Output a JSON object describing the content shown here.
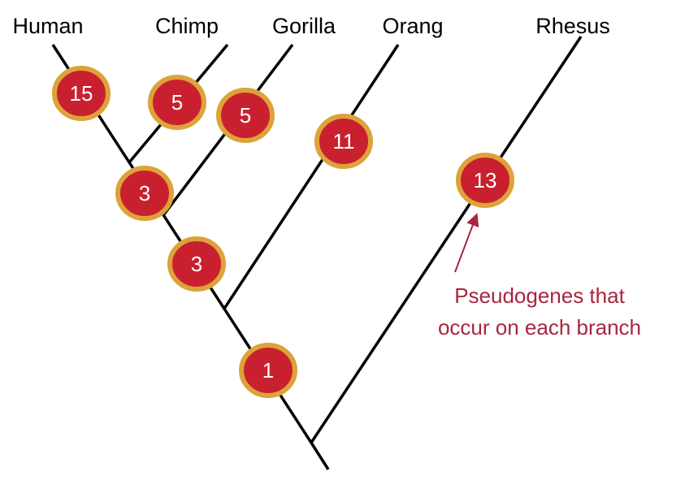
{
  "taxa": [
    "Human",
    "Chimp",
    "Gorilla",
    "Orang",
    "Rhesus"
  ],
  "branch_counts": {
    "human": "15",
    "chimp": "5",
    "gorilla": "5",
    "orang": "11",
    "rhesus": "13",
    "human_chimp_ancestor": "3",
    "great_ape_ancestor": "3",
    "hominid_ancestor": "1"
  },
  "annotation": {
    "line1": "Pseudogenes that",
    "line2": "occur on each branch"
  },
  "colors": {
    "badge_fill": "#c9202f",
    "badge_ring": "#dca33a",
    "annotation": "#a8263e",
    "branch": "#000000"
  }
}
